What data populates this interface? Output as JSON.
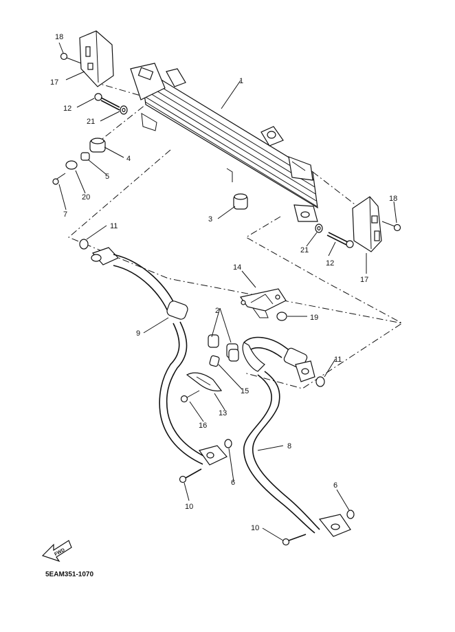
{
  "diagram": {
    "figure_code": "5EAM351-1070",
    "fwd_label": "FWD",
    "callouts": [
      "1",
      "2",
      "3",
      "4",
      "5",
      "6",
      "6",
      "7",
      "8",
      "9",
      "10",
      "10",
      "11",
      "11",
      "12",
      "12",
      "13",
      "14",
      "15",
      "16",
      "17",
      "17",
      "18",
      "18",
      "19",
      "20",
      "21",
      "21"
    ]
  }
}
